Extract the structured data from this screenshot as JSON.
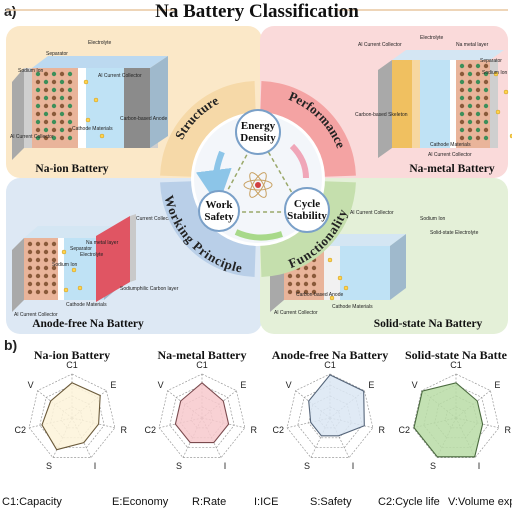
{
  "panel_a": {
    "letter": "a)",
    "title": "Na Battery Classification",
    "quadrants": [
      {
        "caption": "Na-ion Battery",
        "color": "#fbe8c8",
        "labels": [
          "Electrolyte",
          "Separator",
          "Sodium Ion",
          "Al Current Collector",
          "Carbon-based Anode",
          "Cathode Materials",
          "Al Current Collector"
        ]
      },
      {
        "caption": "Na-metal Battery",
        "color": "#fadada",
        "labels": [
          "Electrolyte",
          "Al Current Collector",
          "Na metal layer",
          "Separator",
          "Sodium Ion",
          "Carbon-based Skeleton",
          "Cathode Materials",
          "Al Current Collector"
        ]
      },
      {
        "caption": "Anode-free Na Battery",
        "color": "#dde8f4",
        "labels": [
          "Na metal layer",
          "Current Collector",
          "Electrolyte",
          "Separator",
          "Sodium Ion",
          "Sodiumphilic Carbon layer",
          "Al Current Collector",
          "Cathode Materials"
        ]
      },
      {
        "caption": "Solid-state Na Battery",
        "color": "#e4f0d8",
        "labels": [
          "Al Current Collector",
          "Sodium Ion",
          "Solid-state Electrolyte",
          "Carbon-based Anode",
          "Cathode Materials",
          "Al Current Collector"
        ]
      }
    ],
    "ring_labels": {
      "top_left": "Structure",
      "top_right": "Performance",
      "bottom_left": "Working Principle",
      "bottom_right": "Functionality"
    },
    "ring_colors": {
      "top_left": "#f6d9a8",
      "top_right": "#f4a3a3",
      "bottom_left": "#b9cfe8",
      "bottom_right": "#c5dfad"
    },
    "center_nodes": {
      "energy": [
        "Energy",
        "Density"
      ],
      "cycle": [
        "Cycle",
        "Stability"
      ],
      "work": [
        "Work",
        "Safety"
      ]
    }
  },
  "panel_b": {
    "letter": "b)",
    "axes": [
      "C1",
      "E",
      "R",
      "I",
      "S",
      "C2",
      "V"
    ],
    "radars": [
      {
        "title": "Na-ion Battery",
        "fill": "#fdf3d9",
        "stroke": "#6b5a3a",
        "values": [
          0.8,
          0.82,
          0.62,
          0.62,
          0.8,
          0.7,
          0.62
        ]
      },
      {
        "title": "Na-metal Battery",
        "fill": "#f7c9cc",
        "stroke": "#7a4a4e",
        "values": [
          0.8,
          0.62,
          0.62,
          0.62,
          0.62,
          0.62,
          0.62
        ]
      },
      {
        "title": "Anode-free Na Battery",
        "fill": "#dbe6f3",
        "stroke": "#55657a",
        "values": [
          0.98,
          0.98,
          0.8,
          0.45,
          0.45,
          0.45,
          0.62
        ]
      },
      {
        "title": "Solid-state Na Batte",
        "fill": "#b9dca6",
        "stroke": "#4a6a3e",
        "values": [
          0.8,
          0.62,
          0.62,
          0.98,
          0.98,
          0.98,
          0.98
        ]
      }
    ],
    "legend": [
      "C1:Capacity",
      "E:Economy",
      "R:Rate",
      "I:ICE",
      "S:Safety",
      "C2:Cycle life",
      "V:Volume expar"
    ]
  }
}
